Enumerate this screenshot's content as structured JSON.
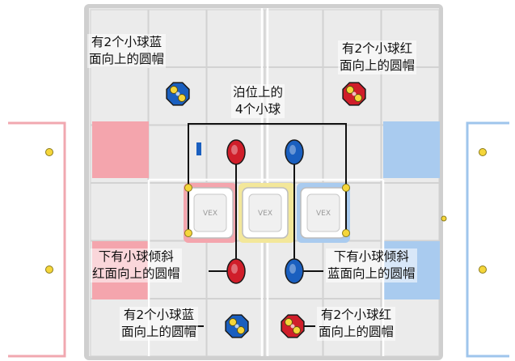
{
  "colors": {
    "red": "#d01e2a",
    "blue": "#1a5fbf",
    "yellow": "#f5d63a",
    "red_zone": "#f4a5ad",
    "blue_zone": "#a9cbef",
    "tile": "#ebebeb",
    "tile_line": "#d2d2d2",
    "goal_yellow": "#f3e79a",
    "field_line": "#ffffff"
  },
  "labels": {
    "top_left": {
      "line1": "有2个小球蓝",
      "line2": "面向上的圆帽"
    },
    "top_right": {
      "line1": "有2个小球红",
      "line2": "面向上的圆帽"
    },
    "center": {
      "line1": "泊位上的",
      "line2": "4个小球"
    },
    "mid_left": {
      "line1": "下有小球倾斜",
      "line2": "红面向上的圆帽"
    },
    "mid_right": {
      "line1": "下有小球倾斜",
      "line2": "蓝面向上的圆帽"
    },
    "bot_left": {
      "line1": "有2个小球蓝",
      "line2": "面向上的圆帽"
    },
    "bot_right": {
      "line1": "有2个小球红",
      "line2": "面向上的圆帽"
    }
  },
  "goals": [
    {
      "logo": "VEX",
      "color": "red"
    },
    {
      "logo": "VEX",
      "color": "yellow"
    },
    {
      "logo": "VEX",
      "color": "blue"
    }
  ],
  "icons": {
    "cap_blue_balls": "blue-cap-with-balls-icon",
    "cap_red_balls": "red-cap-with-balls-icon",
    "ball": "yellow-ball-icon"
  }
}
